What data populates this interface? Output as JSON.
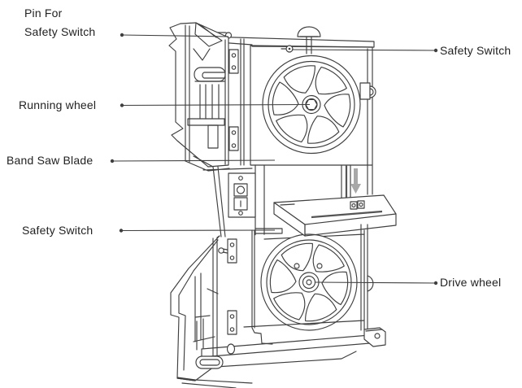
{
  "diagram": {
    "subject": "band-saw-parts-diagram",
    "labels": {
      "pin_line1": "Pin For",
      "pin_line2": "Safety Switch",
      "safety_switch_top": "Safety Switch",
      "running_wheel": "Running wheel",
      "band_saw_blade": "Band Saw Blade",
      "safety_switch_mid": "Safety Switch",
      "drive_wheel": "Drive wheel"
    },
    "colors": {
      "line": "#3f3f3f",
      "blade": "#555555",
      "arrow": "#a8a8a8",
      "text": "#222222",
      "background": "#ffffff"
    }
  }
}
